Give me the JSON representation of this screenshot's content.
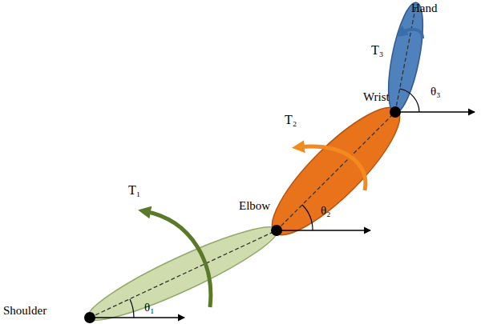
{
  "diagram": {
    "labels": [
      "Hand",
      "T₃",
      "θ₃",
      "Wrist",
      "T₂",
      "Elbow",
      "θ₂",
      "T₁",
      "Shoulder",
      "θ₁"
    ]
  }
}
